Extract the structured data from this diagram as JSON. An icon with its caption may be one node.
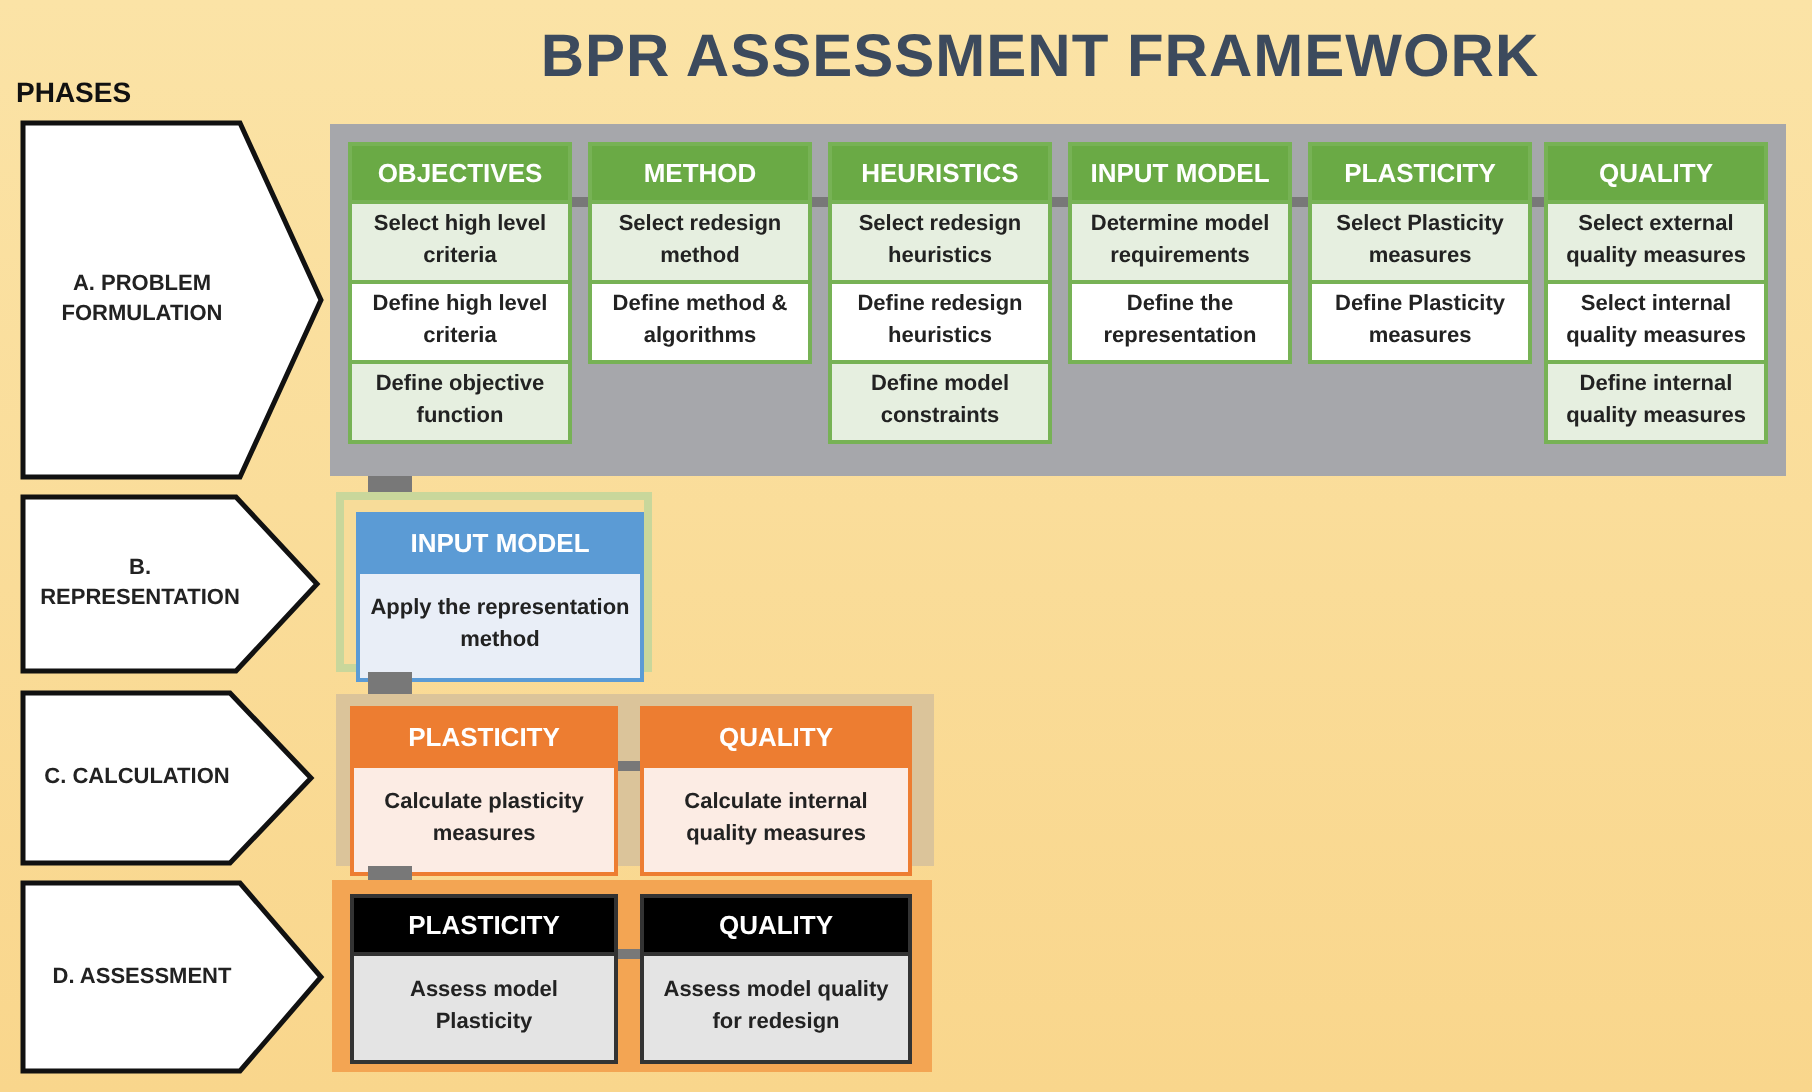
{
  "diagram": {
    "title": "BPR ASSESSMENT FRAMEWORK",
    "nodes": [
      {
        "text": [
          "A. PROBLEM FORMULATION"
        ]
      },
      {
        "text": [
          "B. REPRESENTATION"
        ]
      },
      {
        "text": [
          "C. CALCULATION"
        ]
      },
      {
        "text": [
          "D. ASSESSMENT"
        ]
      },
      {
        "text": [],
        "shape": "box"
      },
      {
        "text": [
          "OBJECTIVES",
          "Select high level criteria",
          "Define high level criteria",
          "Define objective function"
        ],
        "in": 4
      },
      {
        "text": [
          "METHOD",
          "Select redesign method",
          "Define method & algorithms"
        ],
        "in": 4
      },
      {
        "text": [
          "HEURISTICS",
          "Select redesign heuristics",
          "Define redesign heuristics",
          "Define model constraints"
        ],
        "in": 4
      },
      {
        "text": [
          "INPUT MODEL",
          "Determine model requirements",
          "Define the representation"
        ],
        "in": 4
      },
      {
        "text": [
          "PLASTICITY",
          "Select Plasticity measures",
          "Define Plasticity measures"
        ],
        "in": 4
      },
      {
        "text": [
          "QUALITY",
          "Select external quality measures",
          "Select internal quality measures",
          "Define internal quality measures"
        ],
        "in": 4
      },
      {
        "text": [],
        "shape": "box"
      },
      {
        "text": [
          "INPUT MODEL",
          "Apply the representation method"
        ],
        "in": 11
      },
      {
        "text": [],
        "shape": "box"
      },
      {
        "text": [
          "PLASTICITY",
          "Calculate plasticity measures"
        ],
        "in": 13
      },
      {
        "text": [
          "QUALITY",
          "Calculate internal quality measures"
        ],
        "in": 13
      },
      {
        "text": [],
        "shape": "box"
      },
      {
        "text": [
          "PLASTICITY",
          "Assess model Plasticity"
        ],
        "in": 16
      },
      {
        "text": [
          "QUALITY",
          "Assess model quality for redesign"
        ],
        "in": 16
      }
    ],
    "edges": [
      {
        "from": 5,
        "to": 6,
        "arrow": "none"
      },
      {
        "from": 6,
        "to": 7,
        "arrow": "none"
      },
      {
        "from": 7,
        "to": 8,
        "arrow": "none"
      },
      {
        "from": 8,
        "to": 9,
        "arrow": "none"
      },
      {
        "from": 9,
        "to": 10,
        "arrow": "none"
      },
      {
        "from": 4,
        "to": 11,
        "arrow": "none",
        "style": "thick"
      },
      {
        "from": 11,
        "to": 13,
        "arrow": "none",
        "style": "thick"
      },
      {
        "from": 14,
        "to": 15,
        "arrow": "none"
      },
      {
        "from": 13,
        "to": 16,
        "arrow": "none",
        "style": "thick"
      },
      {
        "from": 17,
        "to": 18,
        "arrow": "none"
      }
    ],
    "labels": [
      "PHASES"
    ]
  }
}
